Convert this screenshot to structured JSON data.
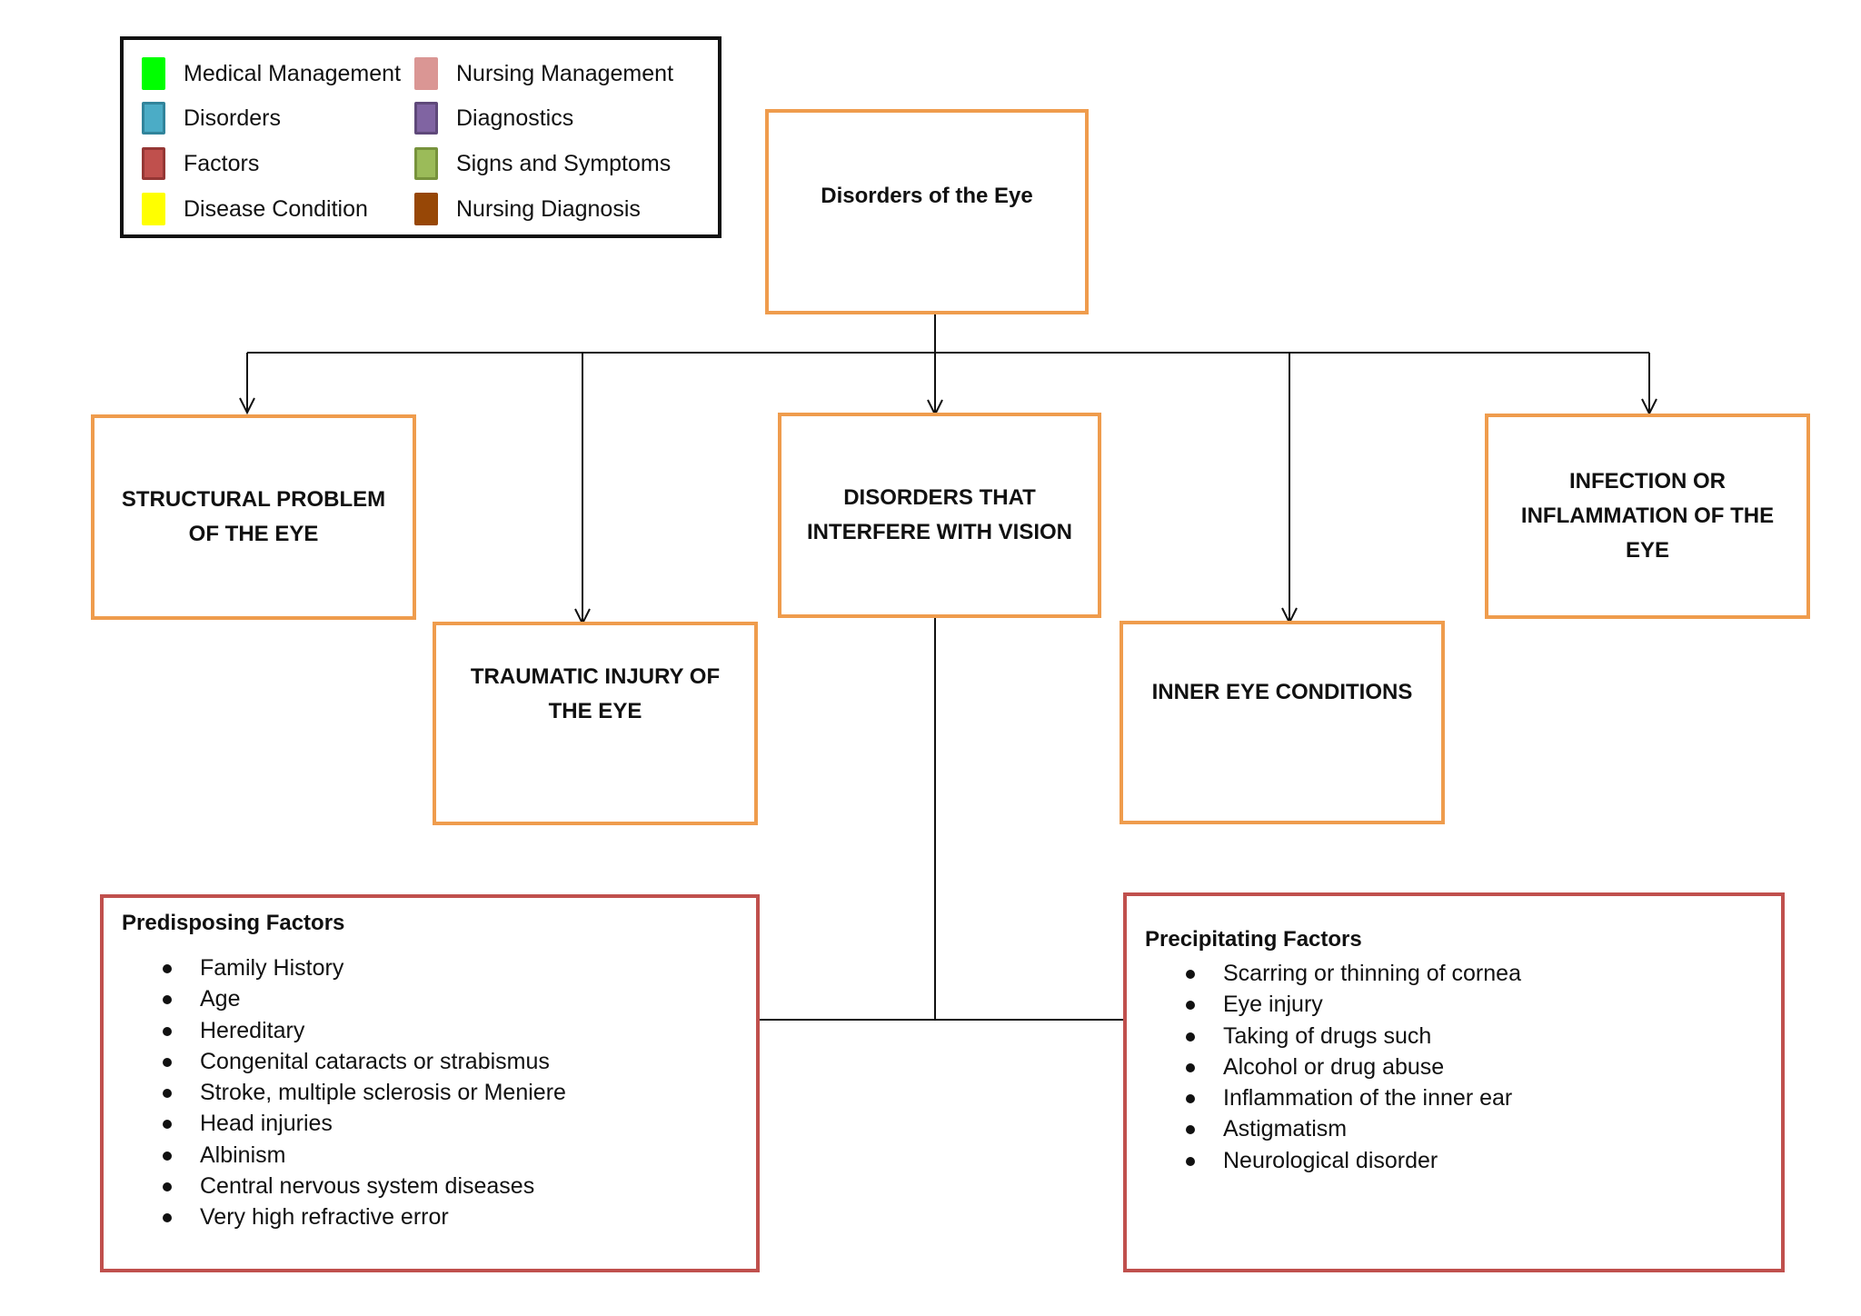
{
  "legend": {
    "items": [
      {
        "label": "Medical Management",
        "color": "#00ff00",
        "border": "#00ff00"
      },
      {
        "label": "Disorders",
        "color": "#4bacc6",
        "border": "#31849b"
      },
      {
        "label": "Factors",
        "color": "#c0504d",
        "border": "#953735"
      },
      {
        "label": "Disease Condition",
        "color": "#ffff00",
        "border": "#ffff00"
      },
      {
        "label": "Nursing Management",
        "color": "#da9694",
        "border": "#da9694"
      },
      {
        "label": "Diagnostics",
        "color": "#8064a2",
        "border": "#5f497a"
      },
      {
        "label": "Signs and Symptoms",
        "color": "#9bbb59",
        "border": "#77933c"
      },
      {
        "label": "Nursing Diagnosis",
        "color": "#974706",
        "border": "#974706"
      }
    ]
  },
  "root": {
    "label": "Disorders of the Eye"
  },
  "categories": {
    "structural": "STRUCTURAL PROBLEM OF THE EYE",
    "traumatic": "TRAUMATIC INJURY OF THE EYE",
    "vision": "DISORDERS THAT INTERFERE WITH VISION",
    "inner": "INNER EYE CONDITIONS",
    "infection": "INFECTION OR INFLAMMATION OF THE EYE"
  },
  "predisposing": {
    "title": "Predisposing Factors",
    "items": [
      "Family History",
      "Age",
      "Hereditary",
      "Congenital cataracts or strabismus",
      "Stroke, multiple sclerosis or Meniere",
      "Head injuries",
      "Albinism",
      "Central nervous system diseases",
      "Very high refractive error"
    ]
  },
  "precipitating": {
    "title": "Precipitating Factors",
    "items": [
      "Scarring or thinning of cornea",
      "Eye injury",
      "Taking of drugs such",
      "Alcohol or drug abuse",
      "Inflammation of the inner ear",
      "Astigmatism",
      "Neurological disorder"
    ]
  },
  "colors": {
    "category_border": "#ef9c4d",
    "factor_border": "#c0504d",
    "connector": "#111111"
  }
}
